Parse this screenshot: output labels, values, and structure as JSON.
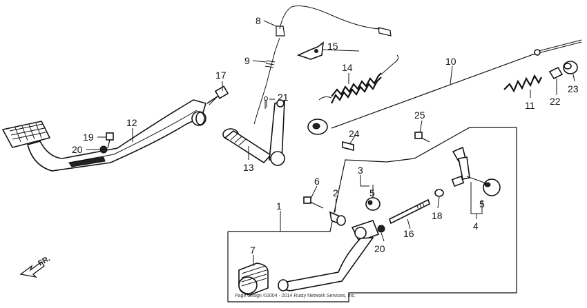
{
  "callouts": [
    "1",
    "2",
    "3",
    "4",
    "5",
    "5",
    "6",
    "7",
    "8",
    "9",
    "10",
    "11",
    "12",
    "13",
    "14",
    "15",
    "16",
    "17",
    "18",
    "19",
    "20",
    "20",
    "21",
    "22",
    "23",
    "24",
    "25"
  ],
  "direction_label": "FR.",
  "copyright": "Page design ©2004 - 2014 Rusty Network Services, Inc."
}
